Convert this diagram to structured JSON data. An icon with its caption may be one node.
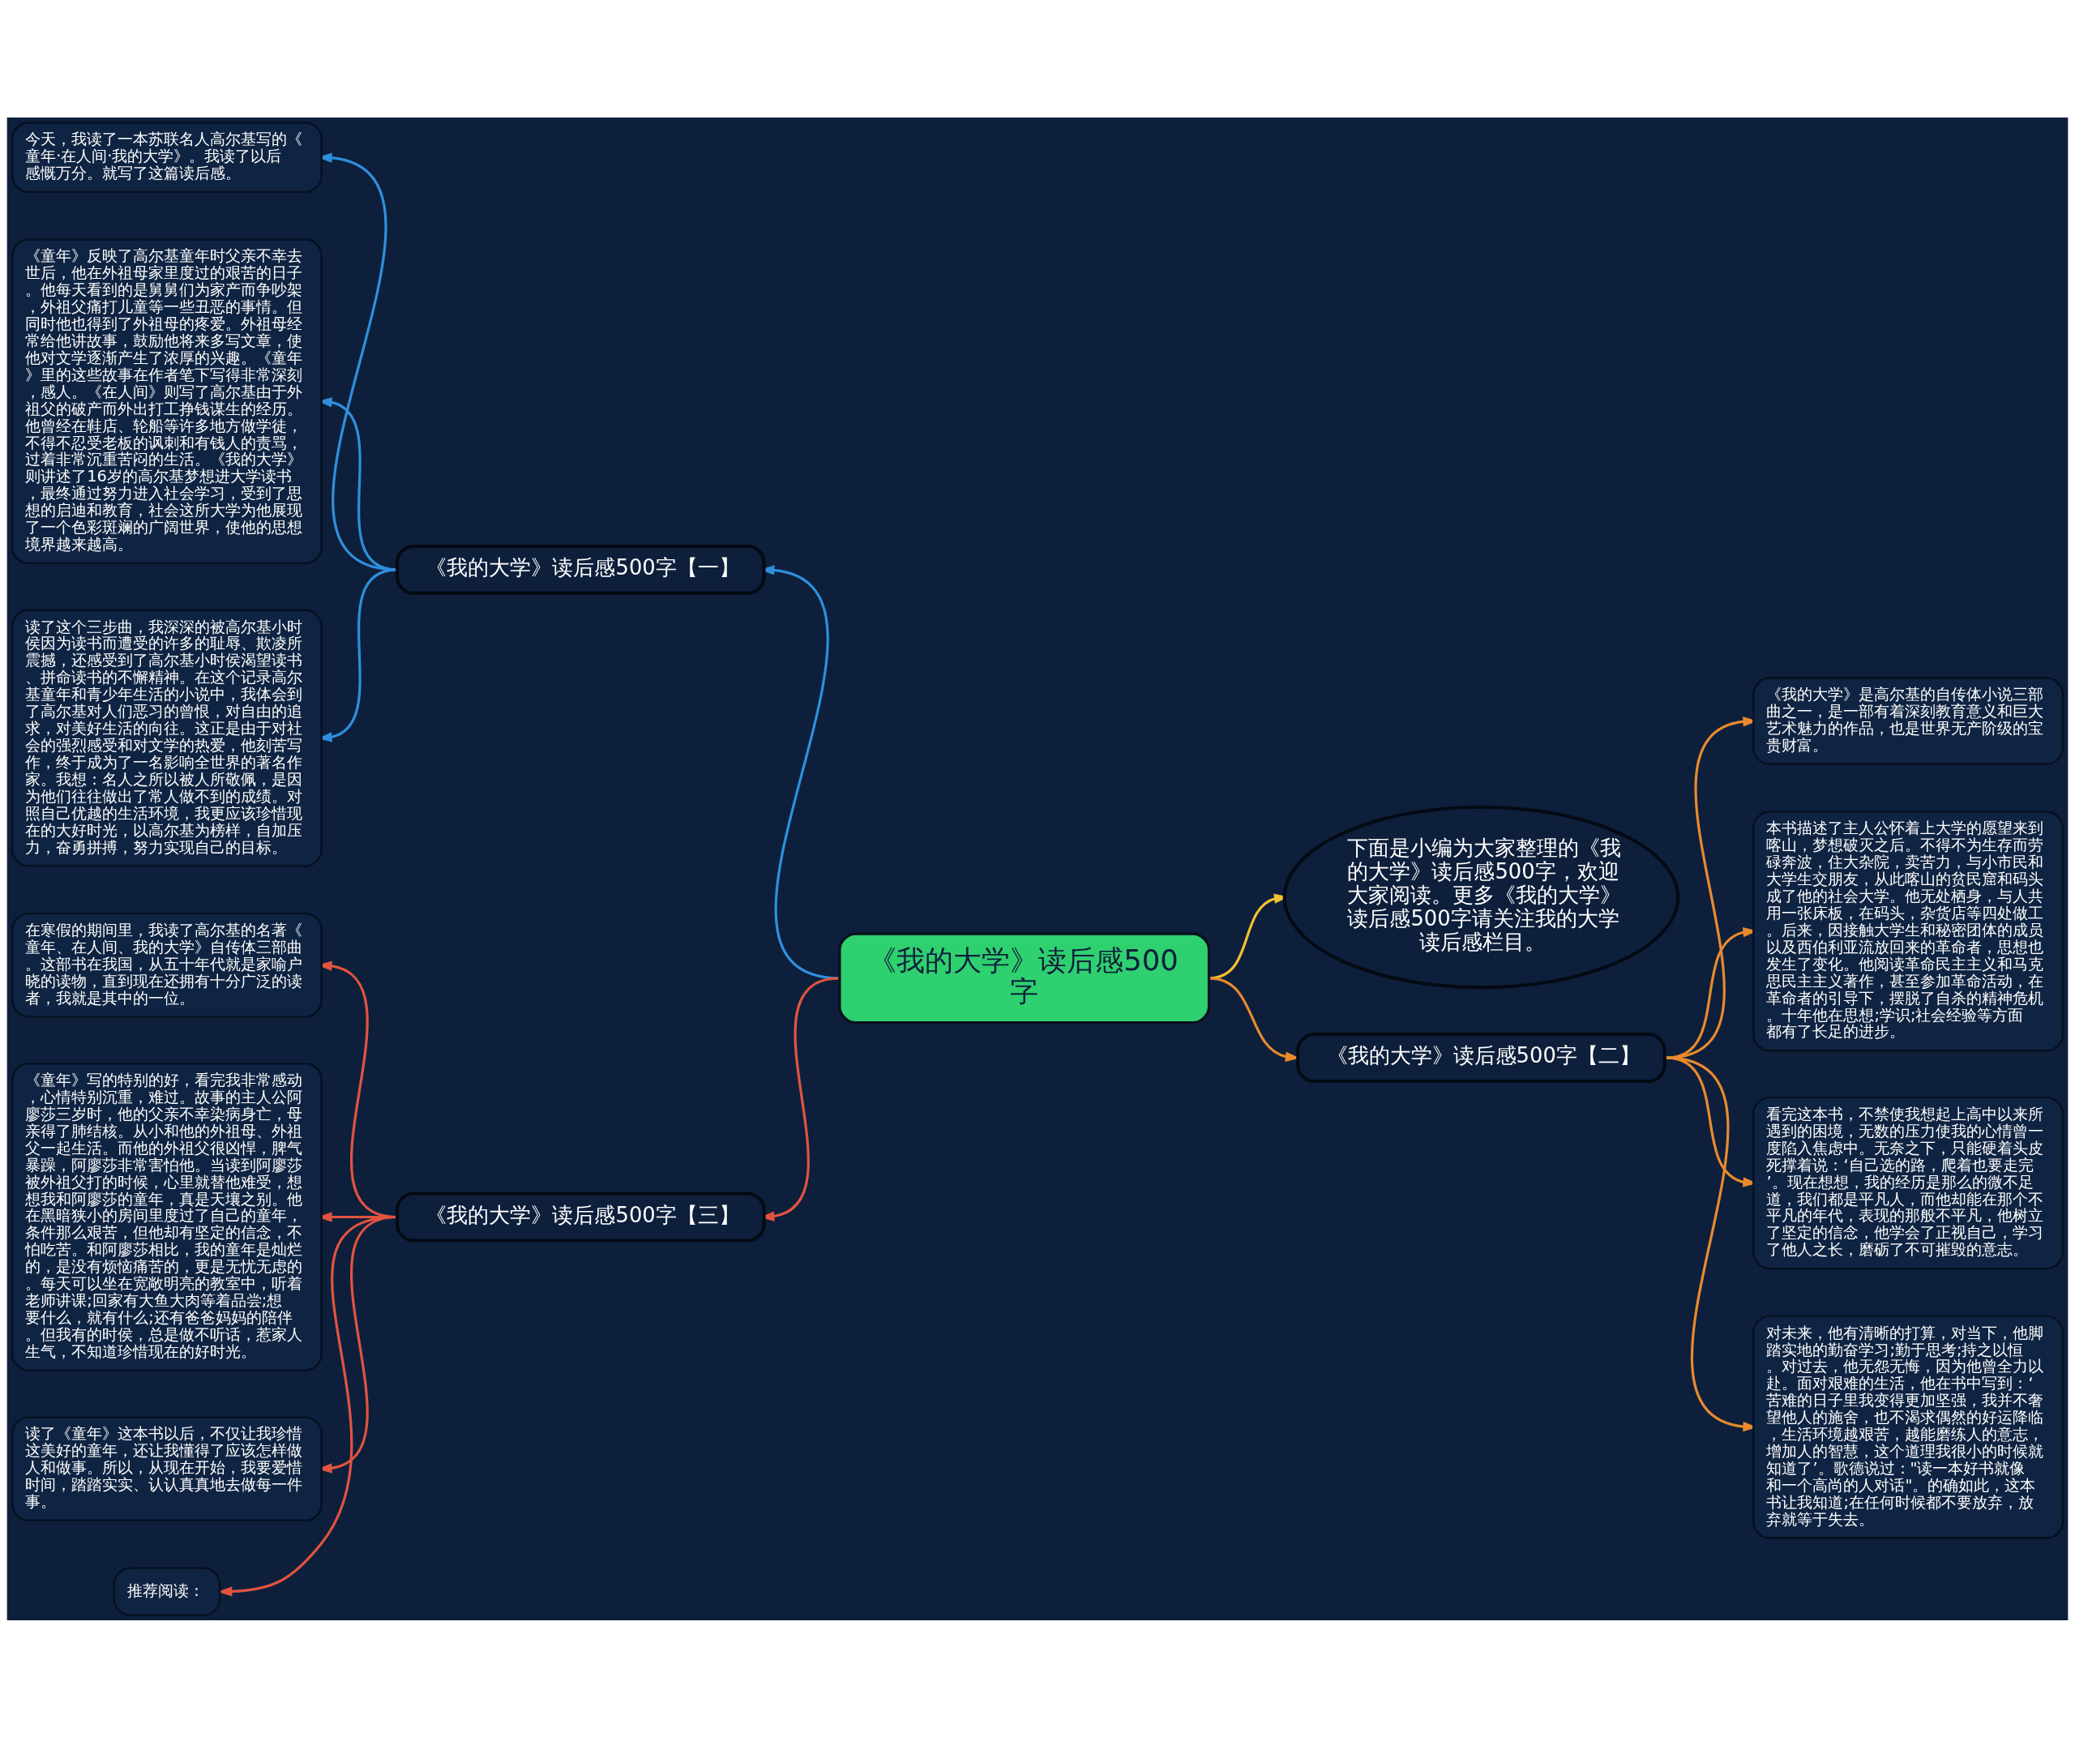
{
  "diagram": {
    "nodes": [
      {
        "text": [
          "《我的大学》读后感500字"
        ]
      },
      {
        "text": [
          "《我的大学》读后感500字【一】"
        ]
      },
      {
        "text": [
          "今天，我读了一本苏联名人高尔基写的《童年·在人间·我的大学》。我读了以后感慨万分。就写了这篇读后感。"
        ]
      },
      {
        "text": [
          "《童年》反映了高尔基童年时父亲不幸去世后，他在外祖母家里度过的艰苦的日子。他每天看到的是舅舅们为家产而争吵架，外祖父痛打儿童等一些丑恶的事情。但同时他也得到了外祖母的疼爱。外祖母经常给他讲故事，鼓励他将来多写文章，使他对文学逐渐产生了浓厚的兴趣。《童年》里的这些故事在作者笔下写得非常深刻，感人。《在人间》则写了高尔基由于外祖父的破产而外出打工挣钱谋生的经历。他曾经在鞋店、轮船等许多地方做学徒，不得不忍受老板的讽刺和有钱人的责骂，过着非常沉重苦闷的生活。《我的大学》则讲述了16岁的高尔基梦想进大学读书，最终通过努力进入社会学习，受到了思想的启迪和教育，社会这所大学为他展现了一个色彩斑斓的广阔世界，使他的思想境界越来越高。"
        ]
      },
      {
        "text": [
          "读了这个三步曲，我深深的被高尔基小时侯因为读书而遭受的许多的耻辱、欺凌所震撼，还感受到了高尔基小时侯渴望读书、拼命读书的不懈精神。在这个记录高尔基童年和青少年生活的小说中，我体会到了高尔基对人们恶习的曾恨，对自由的追求，对美好生活的向往。这正是由于对社会的强烈感受和对文学的热爱，他刻苦写作，终于成为了一名影响全世界的著名作家。我想：名人之所以被人所敬佩，是因为他们往往做出了常人做不到的成绩。对照自己优越的生活环境，我更应该珍惜现在的大好时光，以高尔基为榜样，自加压力，奋勇拼搏，努力实现自己的目标。"
        ]
      },
      {
        "text": [
          "《我的大学》读后感500字【三】"
        ]
      },
      {
        "text": [
          "在寒假的期间里，我读了高尔基的名著《童年、在人间、我的大学》自传体三部曲。这部书在我国，从五十年代就是家喻户晓的读物，直到现在还拥有十分广泛的读者，我就是其中的一位。"
        ]
      },
      {
        "text": [
          "《童年》写的特别的好，看完我非常感动，心情特别沉重，难过。故事的主人公阿廖莎三岁时，他的父亲不幸染病身亡，母亲得了肺结核。从小和他的外祖母、外祖父一起生活。而他的外祖父很凶悍，脾气暴躁，阿廖莎非常害怕他。当读到阿廖莎被外祖父打的时候，心里就替他难受，想想我和阿廖莎的童年，真是天壤之别。他在黑暗狭小的房间里度过了自己的童年，条件那么艰苦，但他却有坚定的信念，不怕吃苦。和阿廖莎相比，我的童年是灿烂的，是没有烦恼痛苦的，更是无忧无虑的。每天可以坐在宽敞明亮的教室中，听着老师讲课;回家有大鱼大肉等着品尝;想要什么，就有什么;还有爸爸妈妈的陪伴。但我有的时侯，总是做不听话，惹家人生气，不知道珍惜现在的好时光。"
        ]
      },
      {
        "text": [
          "读了《童年》这本书以后，不仅让我珍惜这美好的童年，还让我懂得了应该怎样做人和做事。所以，从现在开始，我要爱惜时间，踏踏实实、认认真真地去做每一件事。"
        ]
      },
      {
        "text": [
          "推荐阅读："
        ]
      },
      {
        "text": [
          "下面是小编为大家整理的《我的大学》读后感500字，欢迎大家阅读。更多《我的大学》读后感500字请关注我的大学读后感栏目。"
        ]
      },
      {
        "text": [
          "《我的大学》读后感500字【二】"
        ]
      },
      {
        "text": [
          "《我的大学》是高尔基的自传体小说三部曲之一，是一部有着深刻教育意义和巨大艺术魅力的作品，也是世界无产阶级的宝贵财富。"
        ]
      },
      {
        "text": [
          "本书描述了主人公怀着上大学的愿望来到喀山，梦想破灭之后。不得不为生存而劳碌奔波，住大杂院，卖苦力，与小市民和大学生交朋友，从此喀山的贫民窟和码头成了他的社会大学。他无处栖身，与人共用一张床板，在码头，杂货店等四处做工。后来，因接触大学生和秘密团体的成员以及西伯利亚流放回来的革命者，思想也发生了变化。他阅读革命民主主义和马克思民主主义著作，甚至参加革命活动，在革命者的引导下，摆脱了自杀的精神危机。十年他在思想;学识;社会经验等方面都有了长足的进步。"
        ]
      },
      {
        "text": [
          "看完这本书，不禁使我想起上高中以来所遇到的困境，无数的压力使我的心情曾一度陷入焦虑中。无奈之下，只能硬着头皮死撑着说：‘自己选的路，爬着也要走完’。现在想想，我的经历是那么的微不足道，我们都是平凡人，而他却能在那个不平凡的年代，表现的那般不平凡，他树立了坚定的信念，他学会了正视自己，学习了他人之长，磨砺了不可摧毁的意志。"
        ]
      },
      {
        "text": [
          "对未来，他有清晰的打算，对当下，他脚踏实地的勤奋学习;勤于思考;持之以恒。对过去，他无怨无悔，因为他曾全力以赴。面对艰难的生活，他在书中写到：‘苦难的日子里我变得更加坚强，我并不奢望他人的施舍，也不渴求偶然的好运降临，生活环境越艰苦，越能磨练人的意志，增加人的智慧，这个道理我很小的时候就知道了’。歌德说过：\"读一本好书就像和一个高尚的人对话\"。的确如此，这本书让我知道;在任何时候都不要放弃，放弃就等于失去。"
        ]
      }
    ],
    "edges": [
      {
        "from": 0,
        "to": 1,
        "arrow": "to",
        "color": "#2f8fdd"
      },
      {
        "from": 1,
        "to": 2,
        "arrow": "to",
        "color": "#2f8fdd"
      },
      {
        "from": 1,
        "to": 3,
        "arrow": "to",
        "color": "#2f8fdd"
      },
      {
        "from": 1,
        "to": 4,
        "arrow": "to",
        "color": "#2f8fdd"
      },
      {
        "from": 0,
        "to": 5,
        "arrow": "to",
        "color": "#e2533f"
      },
      {
        "from": 5,
        "to": 6,
        "arrow": "to",
        "color": "#e2533f"
      },
      {
        "from": 5,
        "to": 7,
        "arrow": "to",
        "color": "#e2533f"
      },
      {
        "from": 5,
        "to": 8,
        "arrow": "to",
        "color": "#e2533f"
      },
      {
        "from": 5,
        "to": 9,
        "arrow": "to",
        "color": "#e2533f"
      },
      {
        "from": 0,
        "to": 10,
        "arrow": "to",
        "color": "#f2c230"
      },
      {
        "from": 0,
        "to": 11,
        "arrow": "to",
        "color": "#e88a2e"
      },
      {
        "from": 11,
        "to": 12,
        "arrow": "to",
        "color": "#e88a2e"
      },
      {
        "from": 11,
        "to": 13,
        "arrow": "to",
        "color": "#e88a2e"
      },
      {
        "from": 11,
        "to": 14,
        "arrow": "to",
        "color": "#e88a2e"
      },
      {
        "from": 11,
        "to": 15,
        "arrow": "to",
        "color": "#e88a2e"
      }
    ]
  }
}
